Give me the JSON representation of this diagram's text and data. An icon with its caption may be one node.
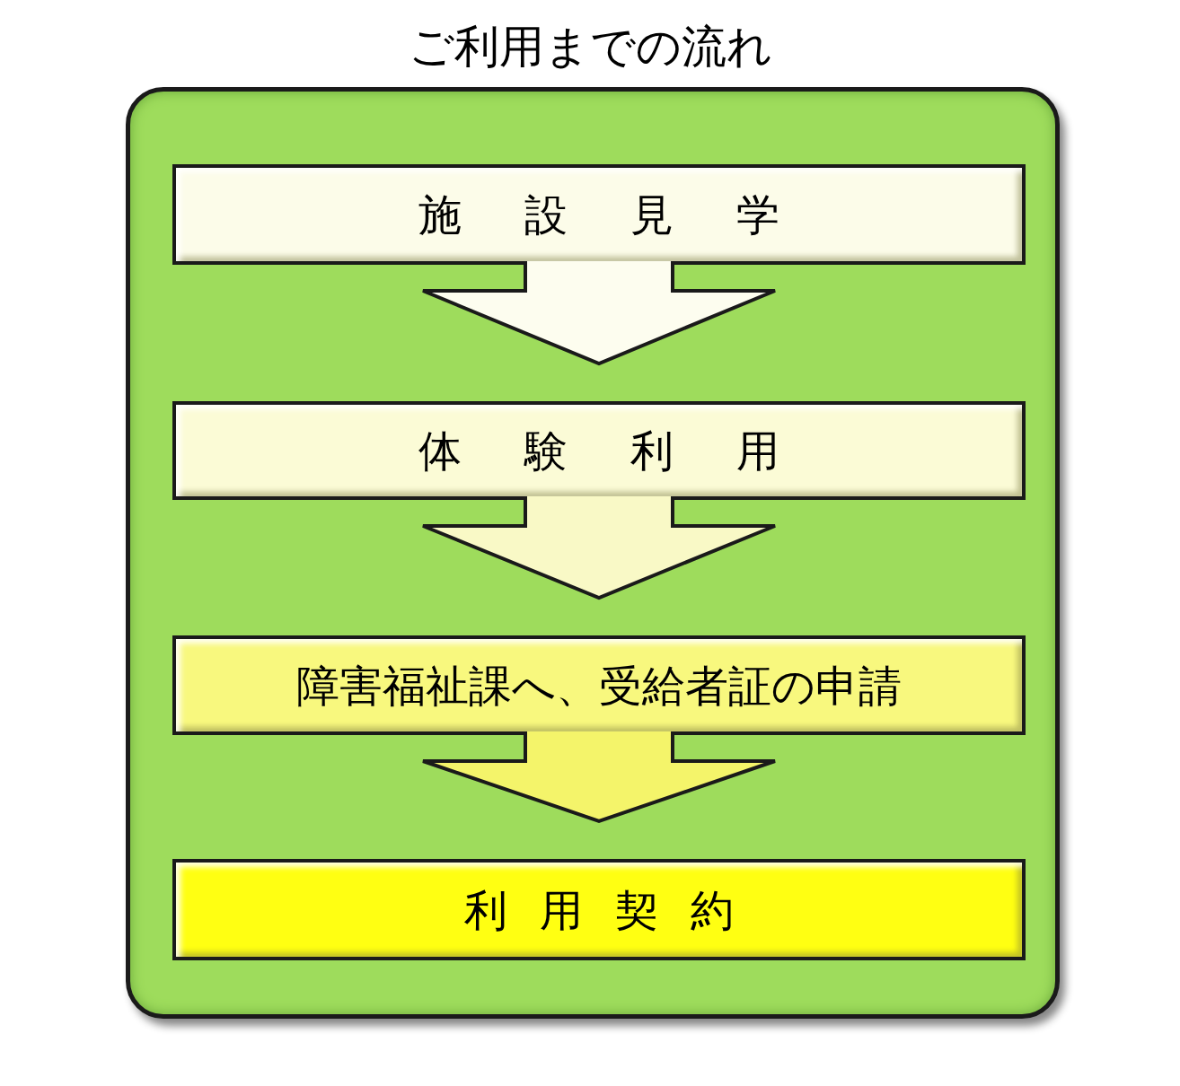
{
  "diagram": {
    "title": "ご利用までの流れ",
    "nodes": [
      {
        "text": [],
        "shape": "box"
      },
      {
        "text": [
          "施設見学"
        ],
        "in": 0
      },
      {
        "text": [
          "体験利用"
        ],
        "in": 0
      },
      {
        "text": [
          "障害福祉課へ、受給者証の申請"
        ],
        "in": 0
      },
      {
        "text": [
          "利用契約"
        ],
        "in": 0
      }
    ],
    "edges": [
      {
        "from": 1,
        "to": 2,
        "arrow": "to"
      },
      {
        "from": 2,
        "to": 3,
        "arrow": "to"
      },
      {
        "from": 3,
        "to": 4,
        "arrow": "to"
      }
    ]
  }
}
